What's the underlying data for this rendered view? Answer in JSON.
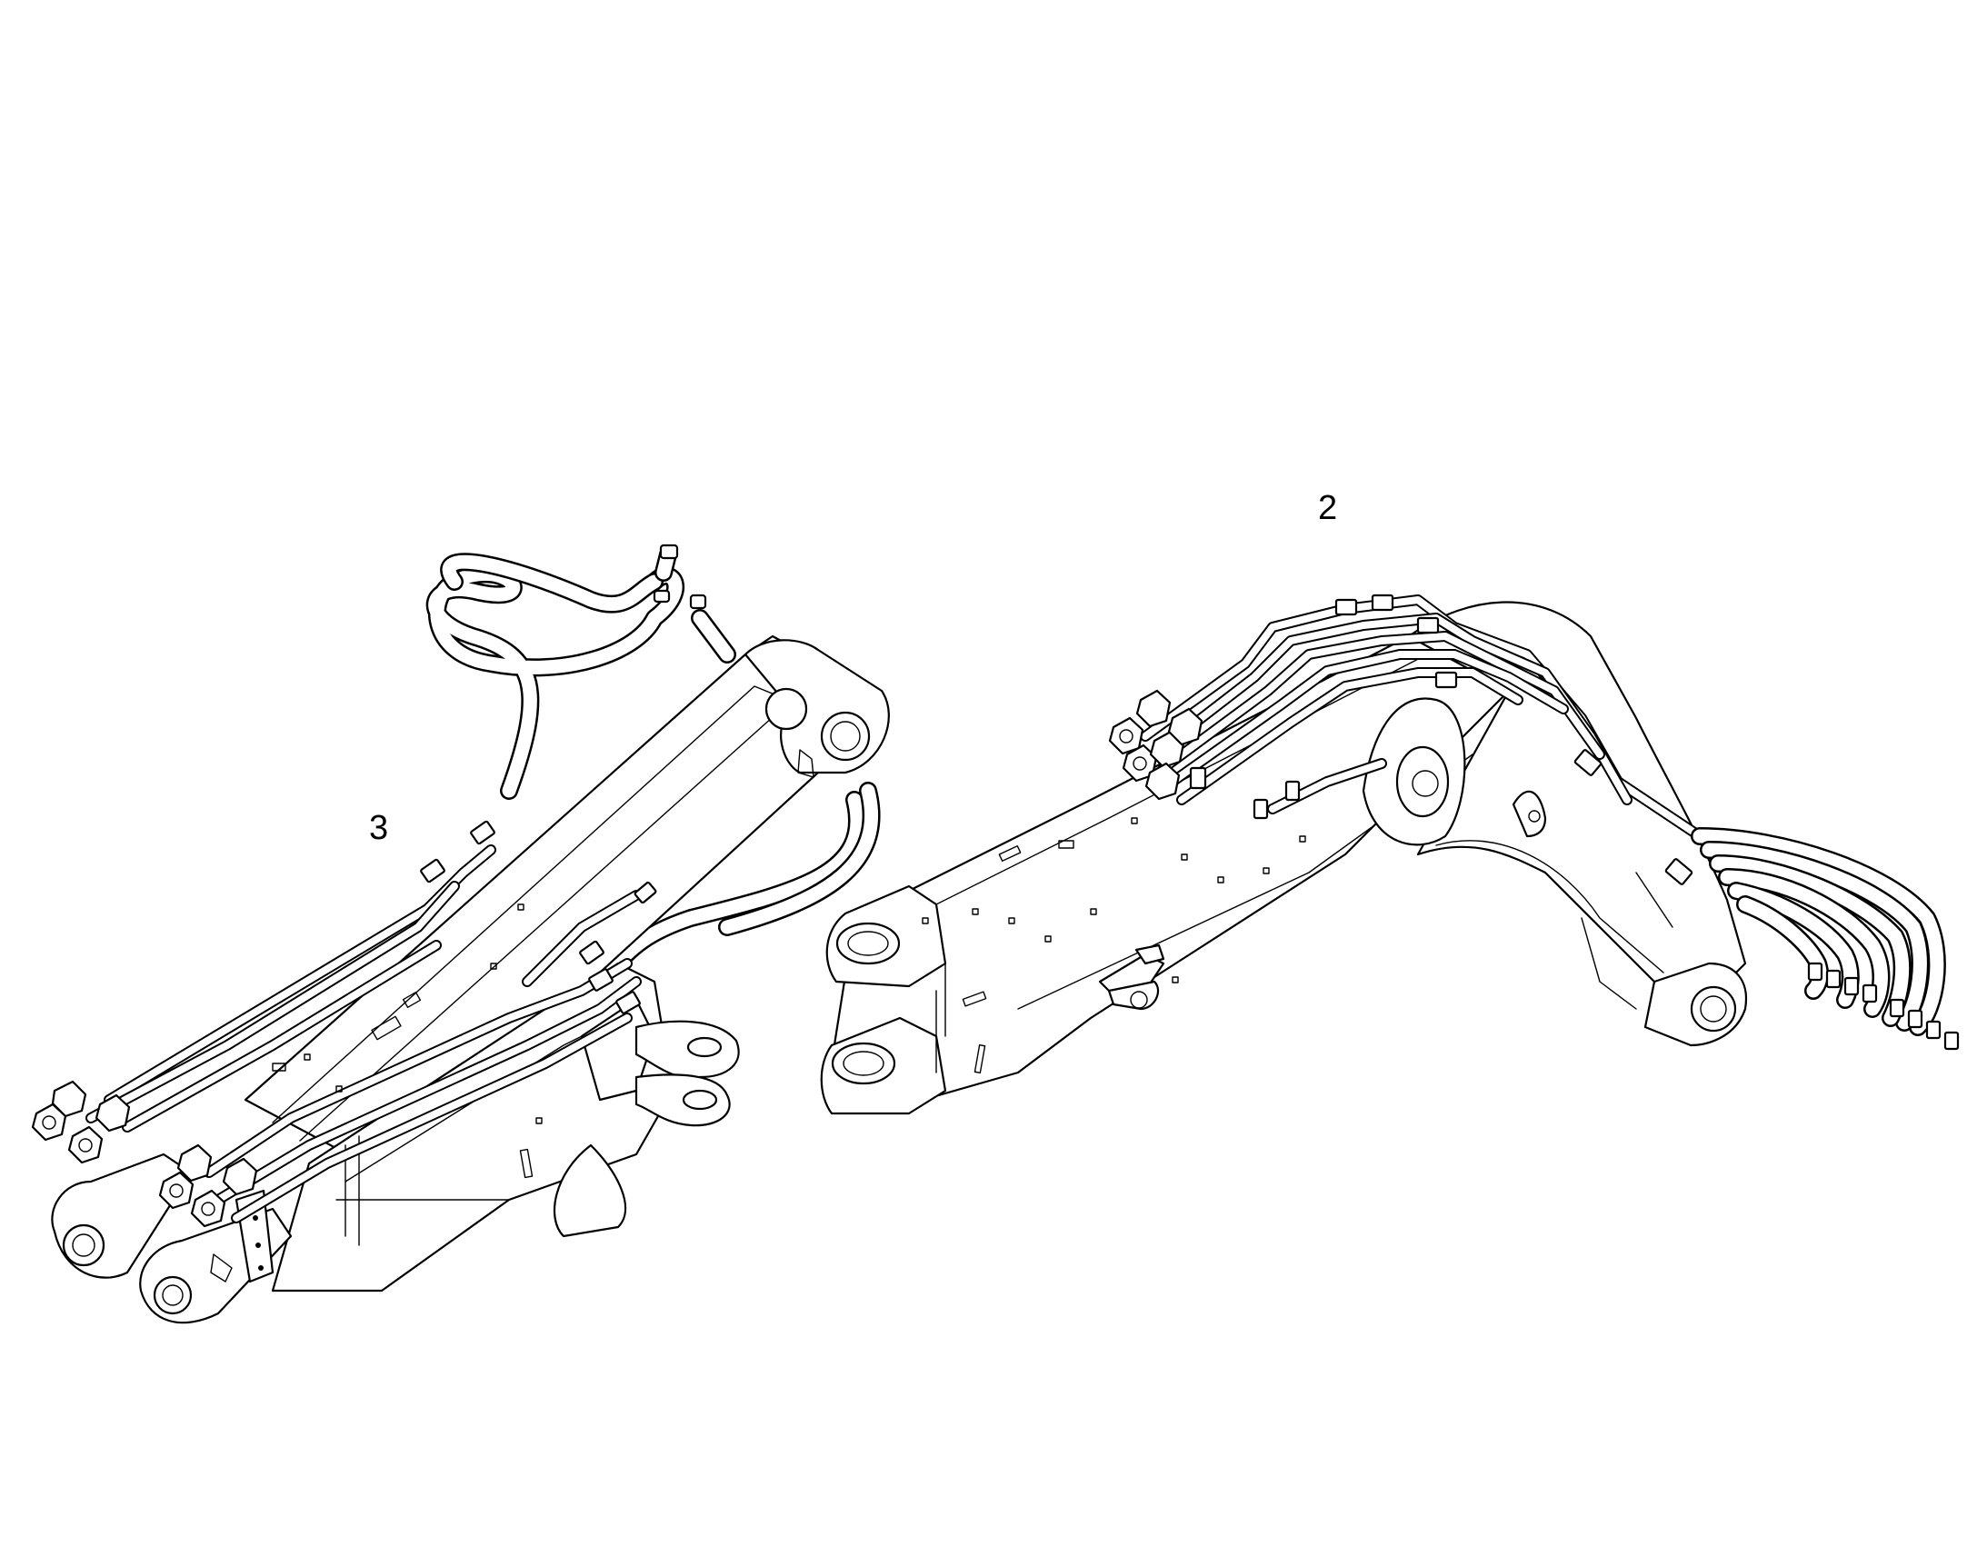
{
  "diagram": {
    "callouts": [
      {
        "label": "3",
        "part": "arm-with-hoses"
      },
      {
        "label": "2",
        "part": "boom-with-pipes"
      }
    ]
  },
  "colors": {
    "line": "#000000",
    "background": "#ffffff"
  }
}
